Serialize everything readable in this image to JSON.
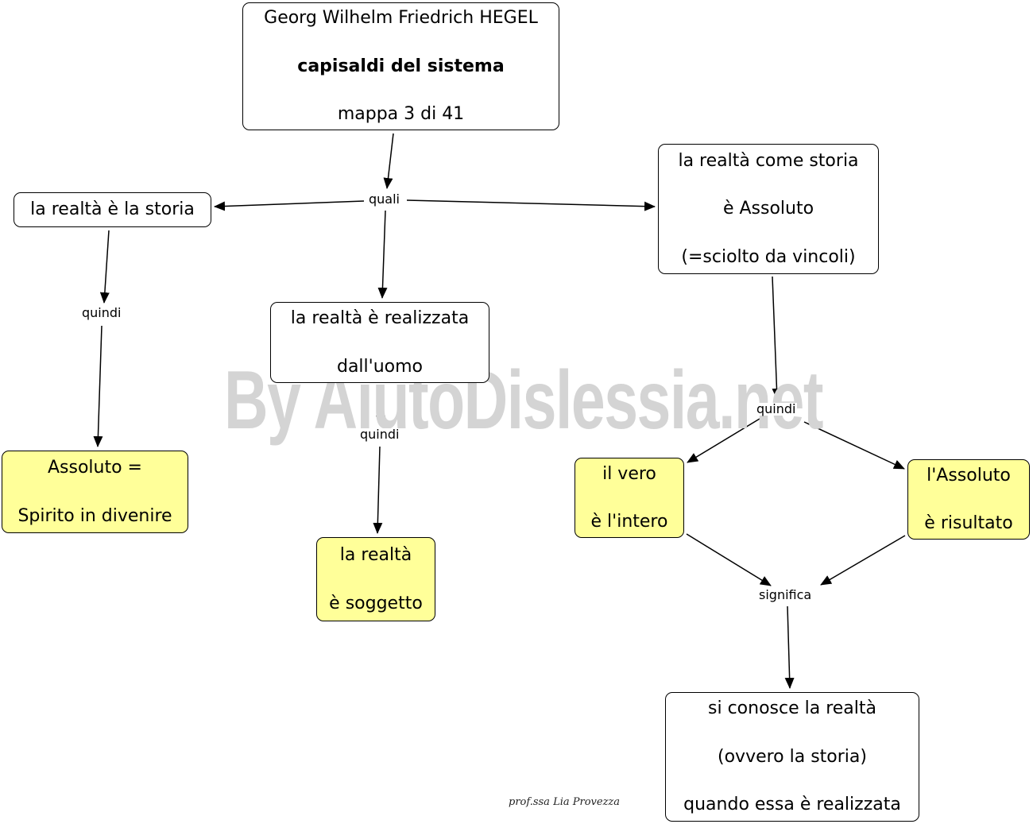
{
  "watermark": "By AiutoDislessia.net",
  "nodes": {
    "title": {
      "line1": "Georg Wilhelm Friedrich HEGEL",
      "line2": "capisaldi del sistema",
      "line3": "mappa 3 di 41"
    },
    "storia": {
      "line1": "la realtà è la storia"
    },
    "realizzata": {
      "line1": "la realtà è realizzata",
      "line2": "dall'uomo"
    },
    "assoluto_storia": {
      "line1": "la realtà come storia",
      "line2": "è Assoluto",
      "line3": "(=sciolto da vincoli)"
    },
    "spirito": {
      "line1": "Assoluto =",
      "line2": "Spirito in divenire"
    },
    "soggetto": {
      "line1": "la realtà",
      "line2": "è soggetto"
    },
    "vero": {
      "line1": "il vero",
      "line2": "è l'intero"
    },
    "risultato": {
      "line1": "l'Assoluto",
      "line2": "è risultato"
    },
    "conosce": {
      "line1": "si conosce la realtà",
      "line2": "(ovvero la storia)",
      "line3": "quando essa è realizzata"
    }
  },
  "links": {
    "quali": "quali",
    "quindi_left": "quindi",
    "quindi_middle": "quindi",
    "quindi_right": "quindi",
    "significa": "significa"
  },
  "credit": "prof.ssa Lia Provezza",
  "colors": {
    "concept_fill": "#ffffff",
    "highlight_fill": "#ffff99",
    "border": "#000000",
    "watermark": "#d4d4d4"
  }
}
